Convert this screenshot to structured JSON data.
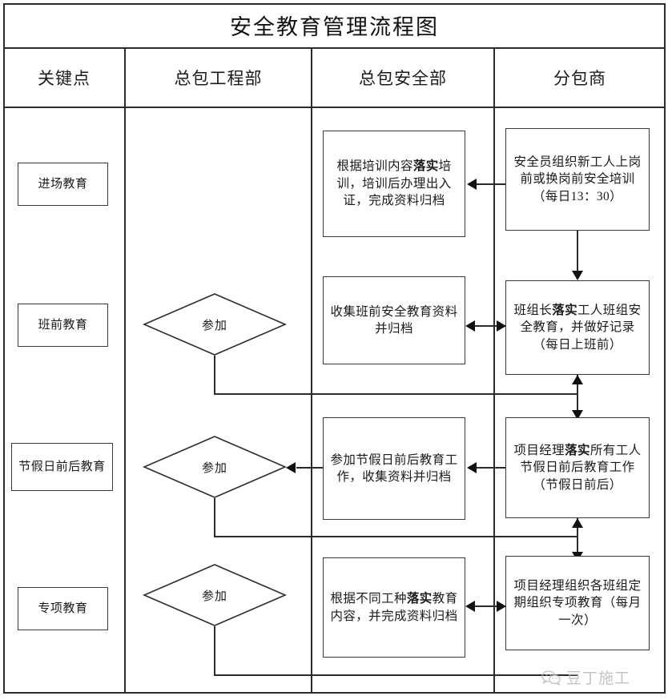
{
  "title": "安全教育管理流程图",
  "columns": [
    {
      "id": "key-point",
      "label": "关键点"
    },
    {
      "id": "gc-dept",
      "label": "总包工程部"
    },
    {
      "id": "safety-dept",
      "label": "总包安全部"
    },
    {
      "id": "subcontractor",
      "label": "分包商"
    }
  ],
  "rows": [
    {
      "id": "entry-education",
      "key_point": "进场教育",
      "decision": null,
      "safety_dept": {
        "pre": "根据培训内容",
        "bold": "落实",
        "post": "培训，培训后办理出入证，完成资料归档"
      },
      "subcontractor": {
        "pre": "",
        "bold": "",
        "post": "安全员组织新工人上岗前或换岗前安全培训（每日13：30）"
      }
    },
    {
      "id": "pre-shift-education",
      "key_point": "班前教育",
      "decision": "参加",
      "safety_dept": {
        "pre": "",
        "bold": "",
        "post": "收集班前安全教育资料并归档"
      },
      "subcontractor": {
        "pre": "班组长",
        "bold": "落实",
        "post": "工人班组安全教育，并做好记录（每日上班前）"
      }
    },
    {
      "id": "holiday-education",
      "key_point": "节假日前后教育",
      "decision": "参加",
      "safety_dept": {
        "pre": "",
        "bold": "",
        "post": "参加节假日前后教育工作，收集资料并归档"
      },
      "subcontractor": {
        "pre": "项目经理",
        "bold": "落实",
        "post": "所有工人节假日前后教育工作（节假日前后）"
      }
    },
    {
      "id": "special-education",
      "key_point": "专项教育",
      "decision": "参加",
      "safety_dept": {
        "pre": "根据不同工种",
        "bold": "落实",
        "post": "教育内容，并完成资料归档"
      },
      "subcontractor": {
        "pre": "",
        "bold": "",
        "post": "项目经理组织各班组定期组织专项教育（每月一次）"
      }
    }
  ],
  "watermark": {
    "label": "豆丁施工",
    "icon": "wechat-icon"
  },
  "colors": {
    "line": "#2b2b2b",
    "text": "#1a1a1a",
    "watermark": "#b9b9b9"
  }
}
